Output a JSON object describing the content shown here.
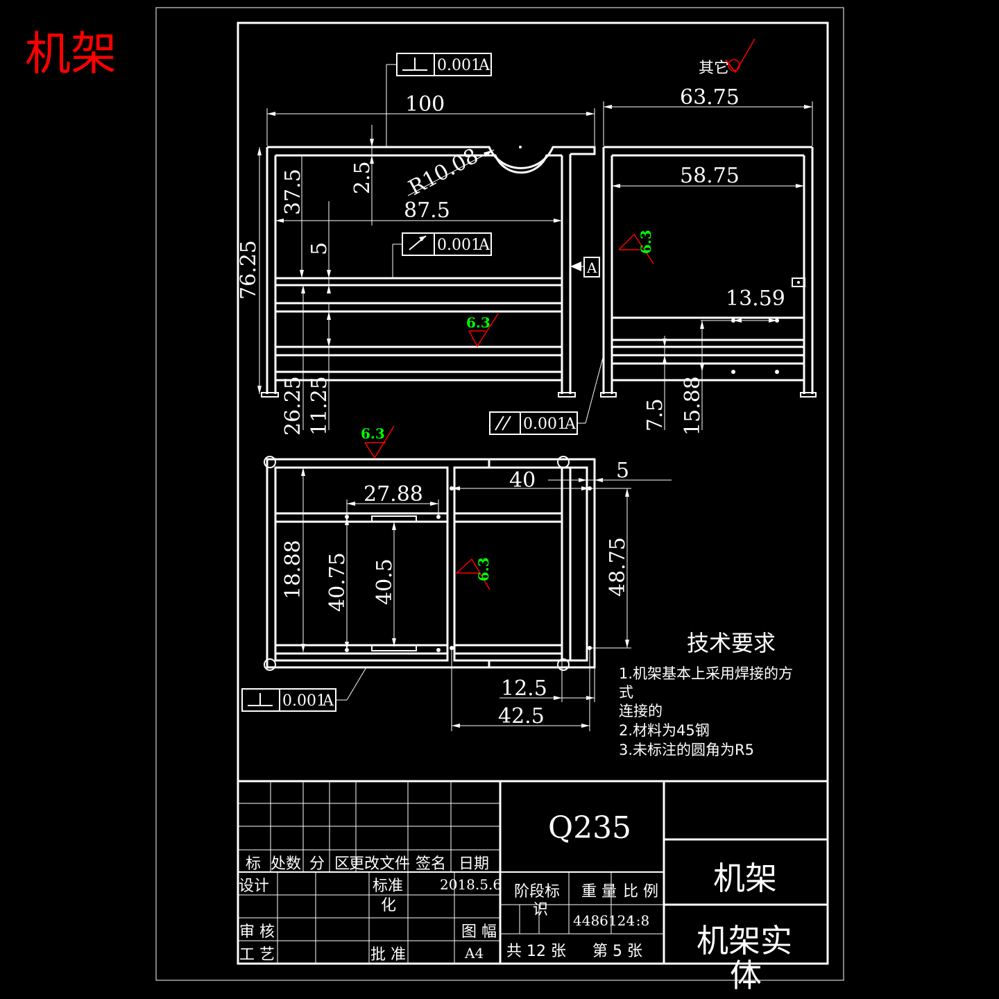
{
  "corner_title": "机架",
  "other_roughness": "其它",
  "colors": {
    "background": "#000000",
    "line": "#ffffff",
    "title": "#ff0000",
    "roughness_text": "#00ff00",
    "roughness_mark": "#ff0000"
  },
  "front_view": {
    "width_dim": "100",
    "inner_width_dim": "87.5",
    "height_dim": "76.25",
    "upper_height_dim": "37.5",
    "top_thickness_dim": "2.5",
    "radius_dim": "R10.08",
    "gap_dim": "5",
    "leg_dim": "26.25",
    "lower_dim": "11.25",
    "tol_top": {
      "value": "0.001",
      "datum": "A"
    },
    "tol_mid": {
      "value": "0.001",
      "datum": "A"
    },
    "datum_label": "A",
    "roughness": "6.3"
  },
  "side_view": {
    "width_dim": "63.75",
    "inner_width_dim": "58.75",
    "hole_dim": "13.59",
    "dim_a": "7.5",
    "dim_b": "15.88",
    "tol": {
      "value": "0.001",
      "datum": "A"
    },
    "roughness": "6.3"
  },
  "top_view": {
    "dim_27": "27.88",
    "dim_40": "40",
    "dim_5": "5",
    "dim_18": "18.88",
    "dim_4075": "40.75",
    "dim_405": "40.5",
    "dim_4875": "48.75",
    "dim_125": "12.5",
    "dim_425": "42.5",
    "roughness_top": "6.3",
    "roughness_mid": "6.3",
    "tol": {
      "value": "0.001",
      "datum": "A"
    }
  },
  "tech_req": {
    "title": "技术要求",
    "lines": [
      "1.机架基本上采用焊接的方",
      "式",
      "连接的",
      "2.材料为45钢",
      "3.未标注的圆角为R5"
    ]
  },
  "title_block": {
    "material": "Q235",
    "part_name": "机架",
    "drawing_name_1": "机架实",
    "drawing_name_2": "体",
    "header": [
      "标",
      "处数",
      "分",
      "区",
      "更改文件",
      "签名",
      "日期"
    ],
    "design": "设计",
    "standard_1": "标准",
    "standard_2": "化",
    "date": "2018.5.6",
    "check": "审 核",
    "process": "工 艺",
    "approve": "批 准",
    "stage_mark_1": "阶段标",
    "stage_mark_2": "识",
    "weight": "重 量",
    "scale": "比 例",
    "weight_val": "4486124",
    "scale_val": "1:8",
    "format_label": "图 幅",
    "format_val": "A4",
    "total": "共 12 张",
    "sheet": "第 5 张"
  }
}
